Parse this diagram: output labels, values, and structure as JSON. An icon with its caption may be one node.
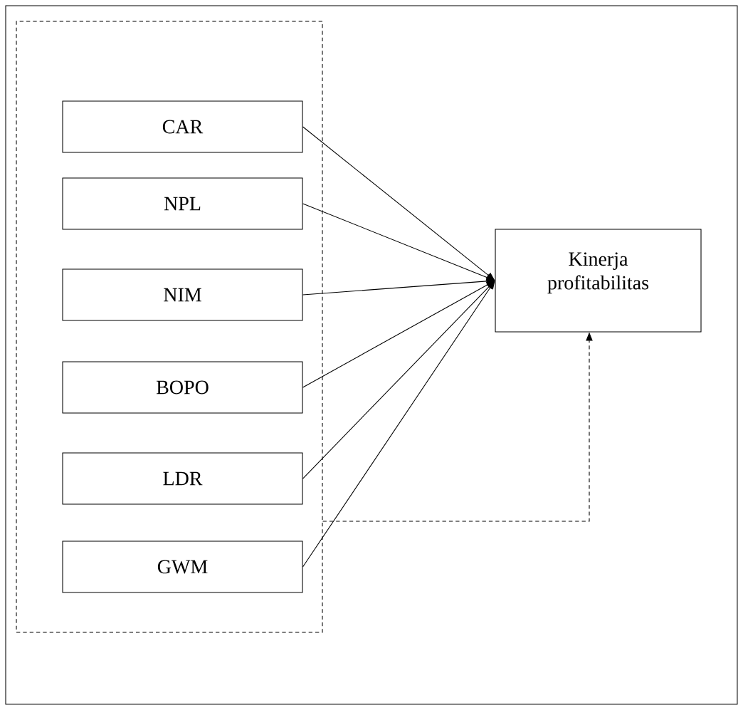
{
  "diagram": {
    "nodes": [
      {
        "text": [],
        "shape": "box"
      },
      {
        "text": [
          "CAR"
        ],
        "in": 0
      },
      {
        "text": [
          "NPL"
        ],
        "in": 0
      },
      {
        "text": [
          "NIM"
        ],
        "in": 0
      },
      {
        "text": [
          "BOPO"
        ],
        "in": 0
      },
      {
        "text": [
          "LDR"
        ],
        "in": 0
      },
      {
        "text": [
          "GWM"
        ],
        "in": 0
      },
      {
        "text": [
          "Kinerja profitabilitas"
        ]
      }
    ],
    "edges": [
      {
        "from": 1,
        "to": 7,
        "arrow": "to"
      },
      {
        "from": 2,
        "to": 7,
        "arrow": "to"
      },
      {
        "from": 3,
        "to": 7,
        "arrow": "to"
      },
      {
        "from": 4,
        "to": 7,
        "arrow": "to"
      },
      {
        "from": 5,
        "to": 7,
        "arrow": "to"
      },
      {
        "from": 6,
        "to": 7,
        "arrow": "to"
      },
      {
        "from": 0,
        "to": 7,
        "arrow": "to",
        "style": "dashed"
      }
    ]
  }
}
